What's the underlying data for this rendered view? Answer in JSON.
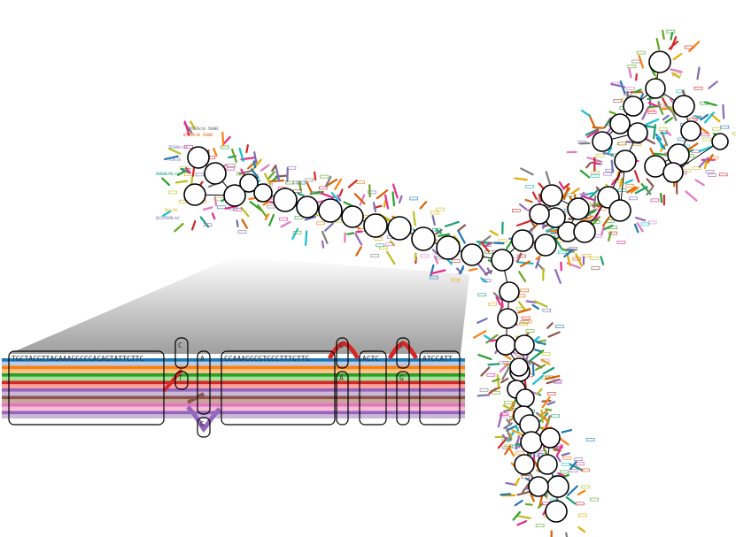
{
  "colors": {
    "path_colors": [
      "#1f77b4",
      "#ff7f0e",
      "#2ca02c",
      "#d62728",
      "#9467bd",
      "#8c564b",
      "#e377c2",
      "#7f7f7f",
      "#bcbd22",
      "#17becf",
      "#e6ab02",
      "#1b9e77",
      "#7570b3",
      "#66a61e",
      "#e7298a",
      "#d95f02"
    ],
    "strip_colors": [
      "#1f77b4",
      "#aec7e8",
      "#ff7f0e",
      "#ffbb78",
      "#2ca02c",
      "#98df8a",
      "#d62728",
      "#ff9896",
      "#9467bd",
      "#c5b0d5",
      "#8c564b",
      "#c49c94",
      "#e377c2",
      "#f7b6d2",
      "#9467bd",
      "#c5b0d5"
    ],
    "node_stroke": "#000000",
    "zoom_wedge": "#bfbfbf"
  },
  "zoom_panel": {
    "segments": [
      {
        "sequence": "TGCTACGTTAGAAAGGCCCACAGTATTCTTC"
      },
      {
        "sequence": "C",
        "variant": "T"
      },
      {
        "sequence": "A",
        "variant": "G"
      },
      {
        "sequence": "CCAAAGGCGTGCCTTTGTTG"
      },
      {
        "sequence": "G",
        "variant": "A"
      },
      {
        "sequence": "ACTC"
      },
      {
        "sequence": "C",
        "variant": "G"
      },
      {
        "sequence": "ATCCATT"
      }
    ]
  },
  "graph_labels": [
    "YPLERchX 58806",
    "OPLRMchX 58806",
    "TRIWOnchX",
    "YLRchX",
    "UWOWBcMbchX",
    "EKLchX",
    "DEIVPOMBchX"
  ]
}
